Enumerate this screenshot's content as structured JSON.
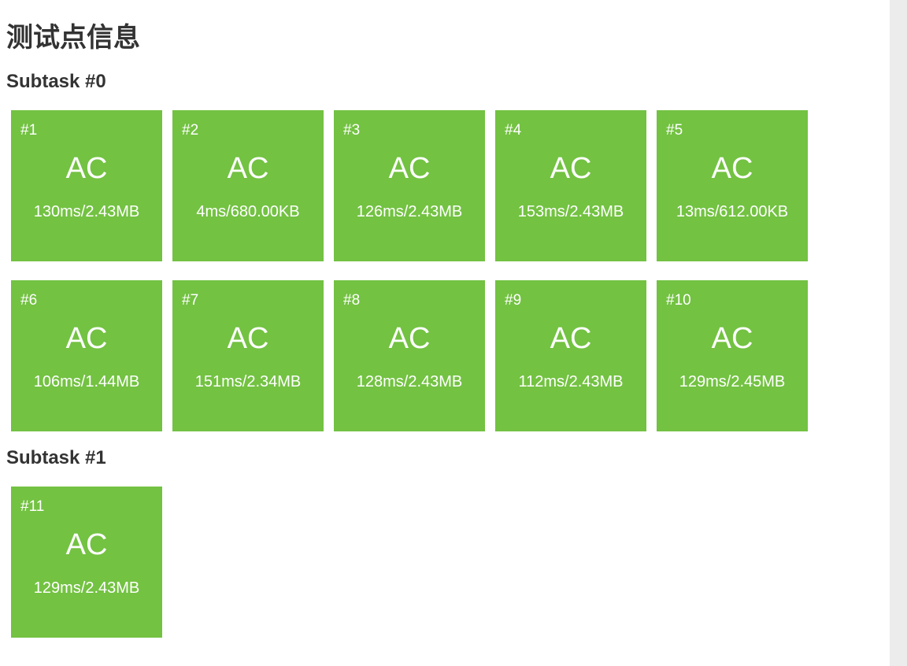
{
  "page": {
    "title": "测试点信息"
  },
  "colors": {
    "accepted": "#73c242",
    "text_dark": "#333333",
    "scrollbar": "#ececec"
  },
  "subtasks": [
    {
      "title": "Subtask #0",
      "cases": [
        {
          "num": "#1",
          "status": "AC",
          "stats": "130ms/2.43MB"
        },
        {
          "num": "#2",
          "status": "AC",
          "stats": "4ms/680.00KB"
        },
        {
          "num": "#3",
          "status": "AC",
          "stats": "126ms/2.43MB"
        },
        {
          "num": "#4",
          "status": "AC",
          "stats": "153ms/2.43MB"
        },
        {
          "num": "#5",
          "status": "AC",
          "stats": "13ms/612.00KB"
        },
        {
          "num": "#6",
          "status": "AC",
          "stats": "106ms/1.44MB"
        },
        {
          "num": "#7",
          "status": "AC",
          "stats": "151ms/2.34MB"
        },
        {
          "num": "#8",
          "status": "AC",
          "stats": "128ms/2.43MB"
        },
        {
          "num": "#9",
          "status": "AC",
          "stats": "112ms/2.43MB"
        },
        {
          "num": "#10",
          "status": "AC",
          "stats": "129ms/2.45MB"
        }
      ]
    },
    {
      "title": "Subtask #1",
      "cases": [
        {
          "num": "#11",
          "status": "AC",
          "stats": "129ms/2.43MB"
        }
      ]
    }
  ]
}
